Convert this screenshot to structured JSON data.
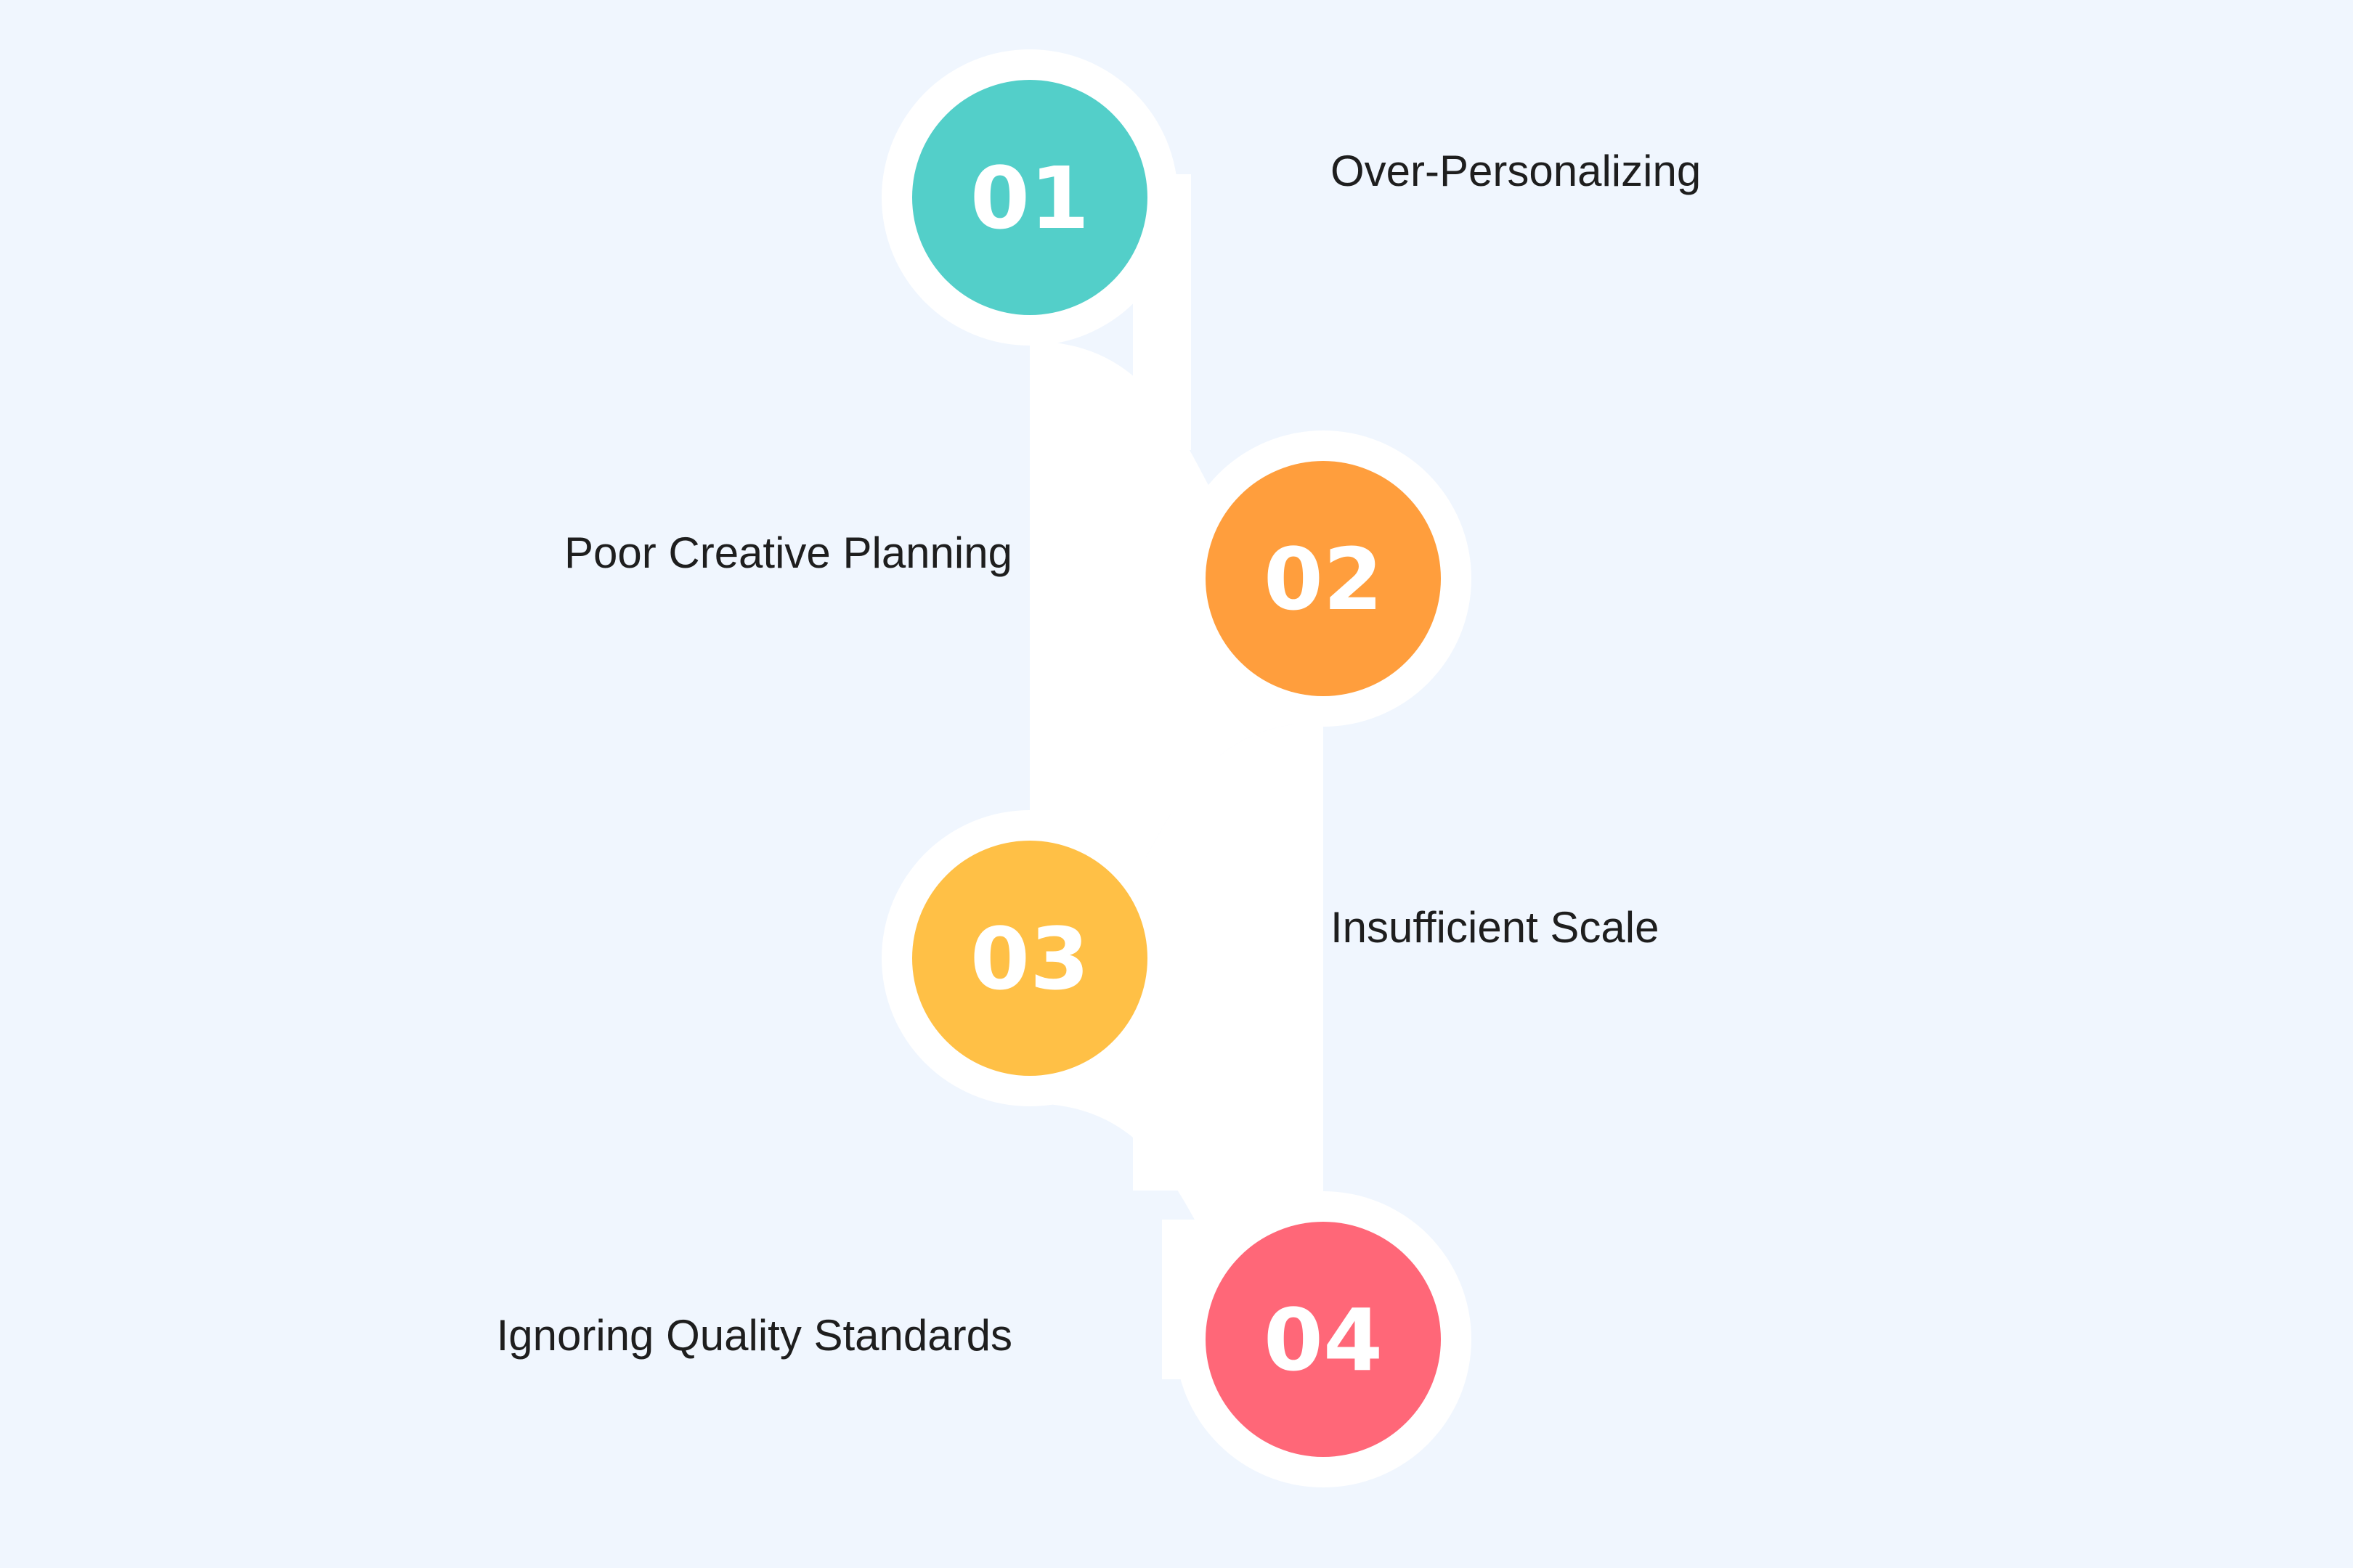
{
  "diagram": {
    "background": "#F0F6FE",
    "connector_color": "#FFFFFF",
    "steps": [
      {
        "number": "01",
        "label": "Over-Personalizing",
        "color": "#53CFC9",
        "label_side": "right"
      },
      {
        "number": "02",
        "label": "Poor Creative Planning",
        "color": "#FF9E3D",
        "label_side": "left"
      },
      {
        "number": "03",
        "label": "Insufficient Scale",
        "color": "#FFC046",
        "label_side": "right"
      },
      {
        "number": "04",
        "label": "Ignoring Quality Standards",
        "color": "#FF6778",
        "label_side": "left"
      }
    ]
  }
}
